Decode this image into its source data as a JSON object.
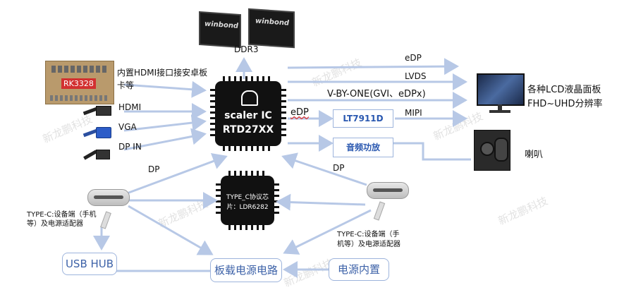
{
  "memory": {
    "label": "DDR3",
    "chip_brand": "winbond"
  },
  "board": {
    "name": "RK3328",
    "caption": "内置HDMI接口接安卓板卡等"
  },
  "inputs": {
    "hdmi": "HDMI",
    "vga": "VGA",
    "dp_in": "DP IN"
  },
  "scaler": {
    "line1": "scaler IC",
    "line2": "RTD27XX"
  },
  "outputs": {
    "edp": "eDP",
    "lvds": "LVDS",
    "vbyone": "V-BY-ONE(GVI、eDPx)",
    "edp_left": "eDP",
    "mipi": "MIPI"
  },
  "bridge_box": "LT7911D",
  "audio_box": "音频功放",
  "panel": {
    "line1": "各种LCD液晶面板",
    "line2": "FHD~UHD分辨率"
  },
  "speaker": "喇叭",
  "dp_left": "DP",
  "dp_right": "DP",
  "typec_chip": {
    "line1": "TYPE_C协议芯",
    "line2": "片：LDR6282"
  },
  "typec_left": "TYPE-C:设备端（手机等）及电源适配器",
  "typec_right_line1": "TYPE-C:设备端（手",
  "typec_right_line2": "机等）及电源适配器",
  "usb_hub": "USB HUB",
  "power_board": "板载电源电路",
  "power_internal": "电源内置",
  "watermark": "新龙鹏科技",
  "colors": {
    "wire": "#b7c8e6",
    "box_text": "#2a58b0"
  }
}
